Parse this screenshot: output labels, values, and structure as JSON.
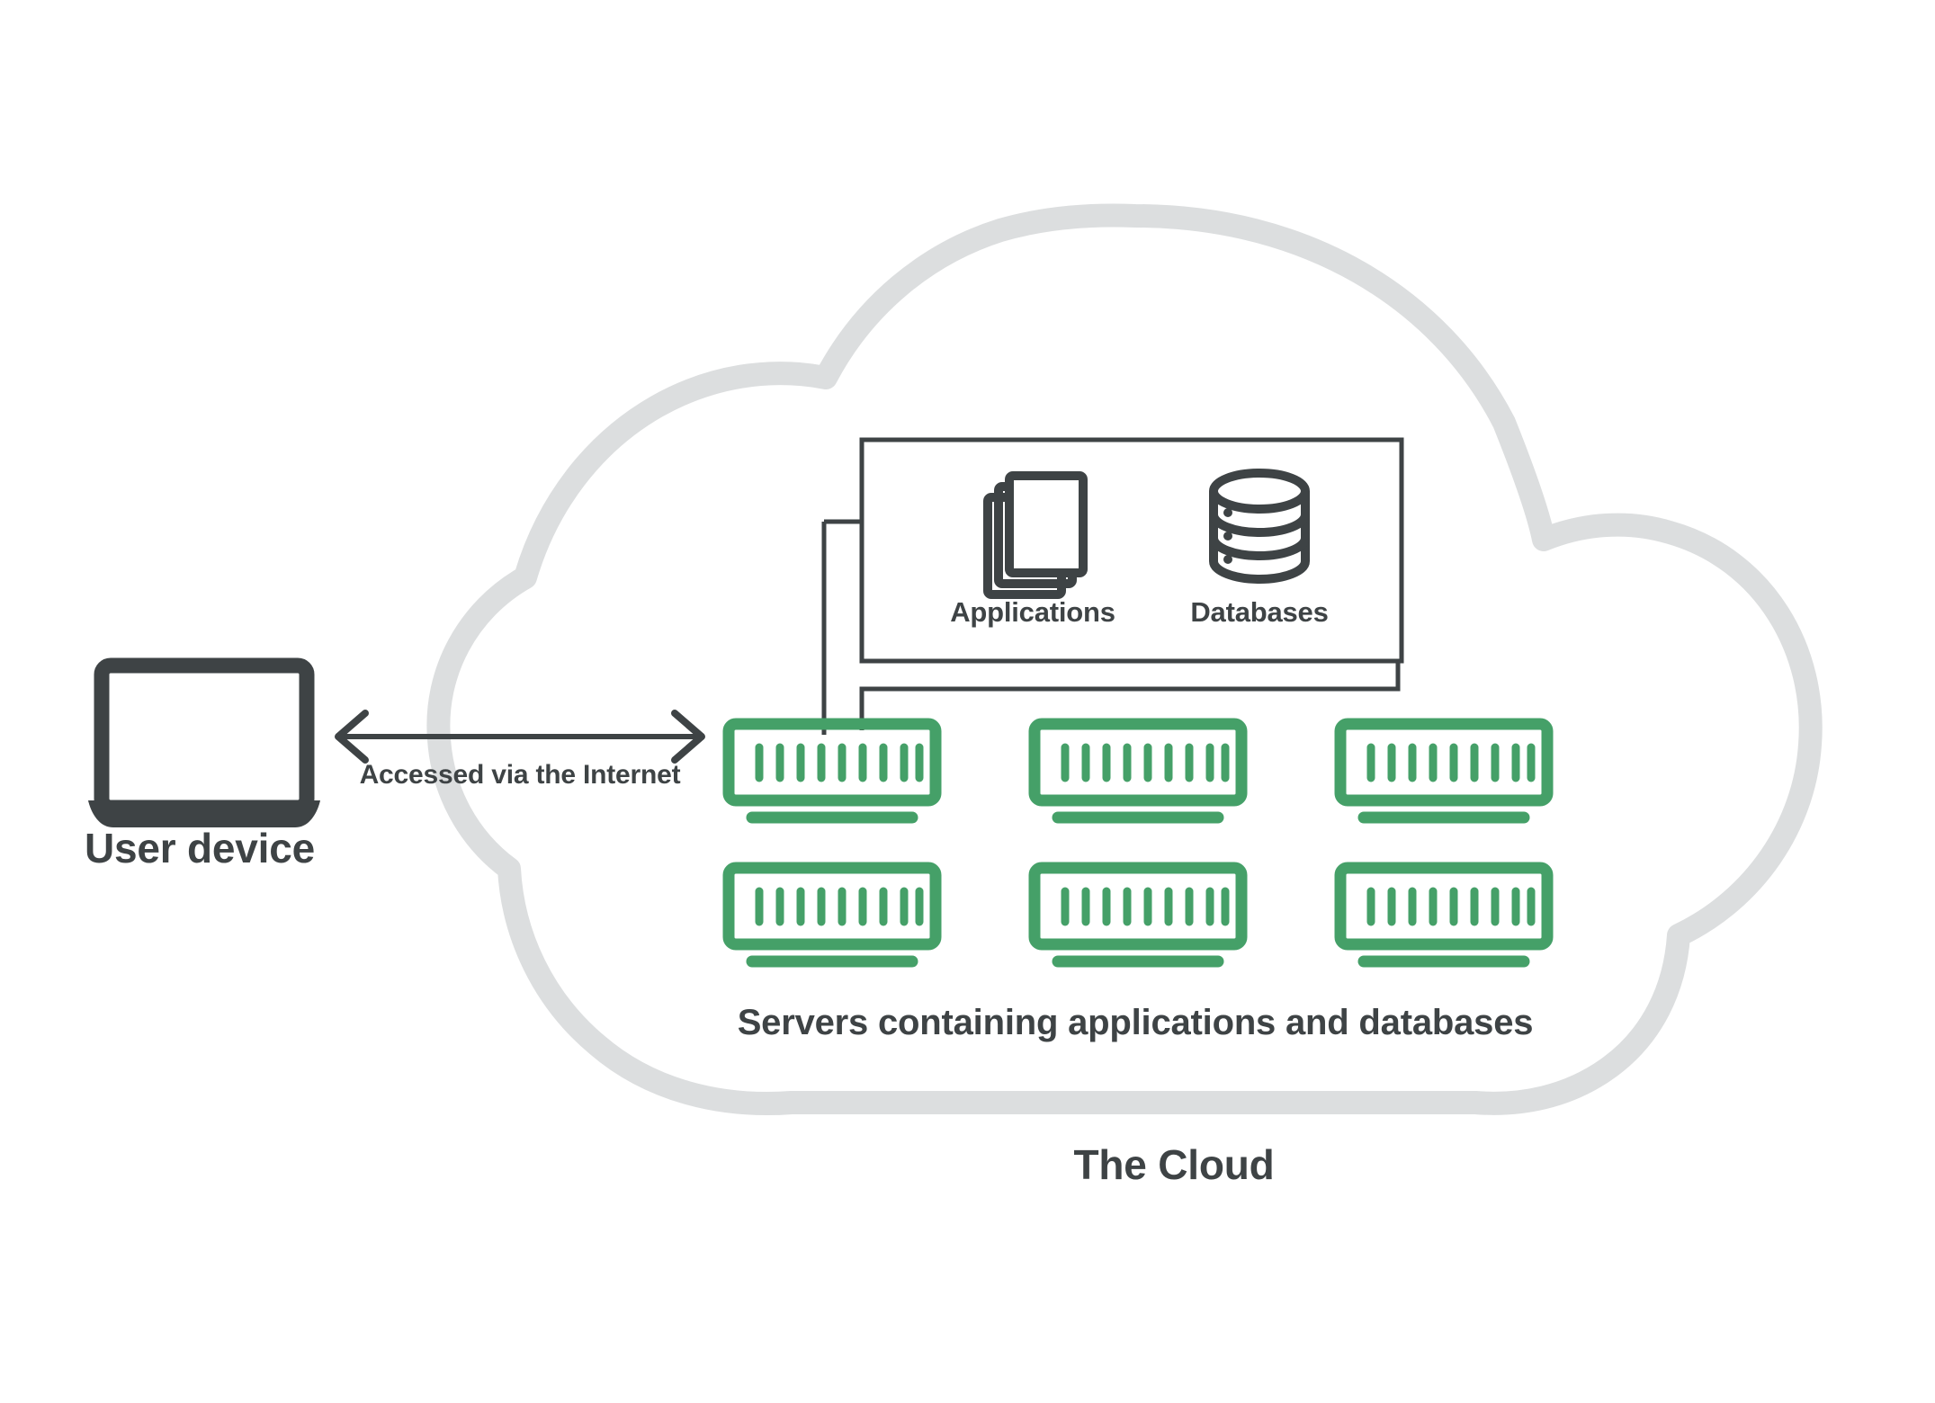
{
  "diagram": {
    "title": "Cloud computing architecture diagram",
    "colors": {
      "cloud_outline": "#DCDEDF",
      "dark": "#3E4345",
      "server_green": "#45A068",
      "background": "#FFFFFF"
    }
  },
  "user_device": {
    "label": "User device",
    "icon": "laptop-icon"
  },
  "connection": {
    "label": "Accessed via the Internet",
    "arrow": "double-headed-arrow",
    "direction": "bidirectional"
  },
  "cloud": {
    "label": "The Cloud",
    "shape": "cloud-outline"
  },
  "resource_box": {
    "items": [
      {
        "label": "Applications",
        "icon": "documents-stack-icon"
      },
      {
        "label": "Databases",
        "icon": "database-cylinder-icon"
      }
    ]
  },
  "servers": {
    "caption": "Servers containing applications and databases",
    "count": 6,
    "rows": 2,
    "columns": 3,
    "icon": "server-rack-icon",
    "slots_per_server": 9
  }
}
